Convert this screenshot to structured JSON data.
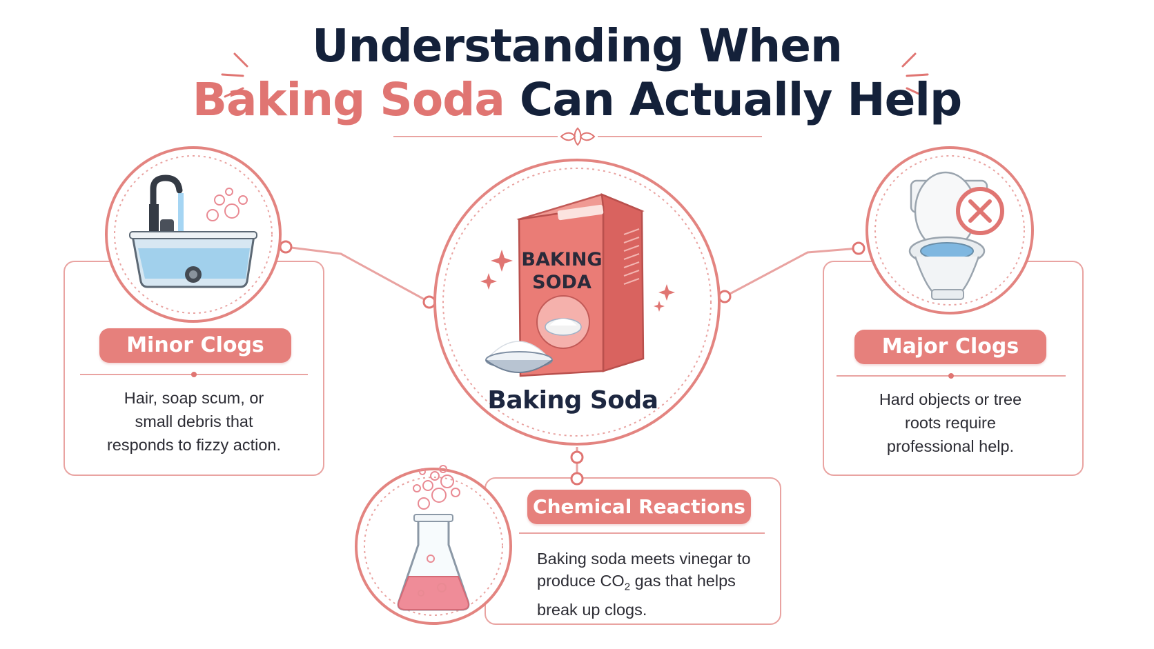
{
  "title": {
    "line1": "Understanding When",
    "line2_accent": "Baking Soda",
    "line2_rest": " Can Actually Help"
  },
  "center": {
    "label": "Baking Soda",
    "box_text_1": "BAKING",
    "box_text_2": "SODA"
  },
  "cards": {
    "minor": {
      "heading": "Minor Clogs",
      "lines": [
        "Hair, soap scum, or",
        "small debris that",
        "responds to fizzy action."
      ]
    },
    "major": {
      "heading": "Major Clogs",
      "lines": [
        "Hard objects or tree",
        "roots require",
        "professional help."
      ]
    },
    "chemical": {
      "heading": "Chemical Reactions",
      "line1": "Baking soda meets vinegar to",
      "line2_pre": "produce CO",
      "line2_sub": "2",
      "line2_post": " gas that helps",
      "line3": "break up clogs."
    }
  },
  "colors": {
    "accent": "#e07572",
    "pill": "#e6807c",
    "border": "#e9a3a1",
    "title_dark": "#14213a"
  },
  "icons": [
    "sink-icon",
    "toilet-icon",
    "no-icon",
    "baking-soda-box-icon",
    "flask-icon",
    "sparkle-icon"
  ]
}
